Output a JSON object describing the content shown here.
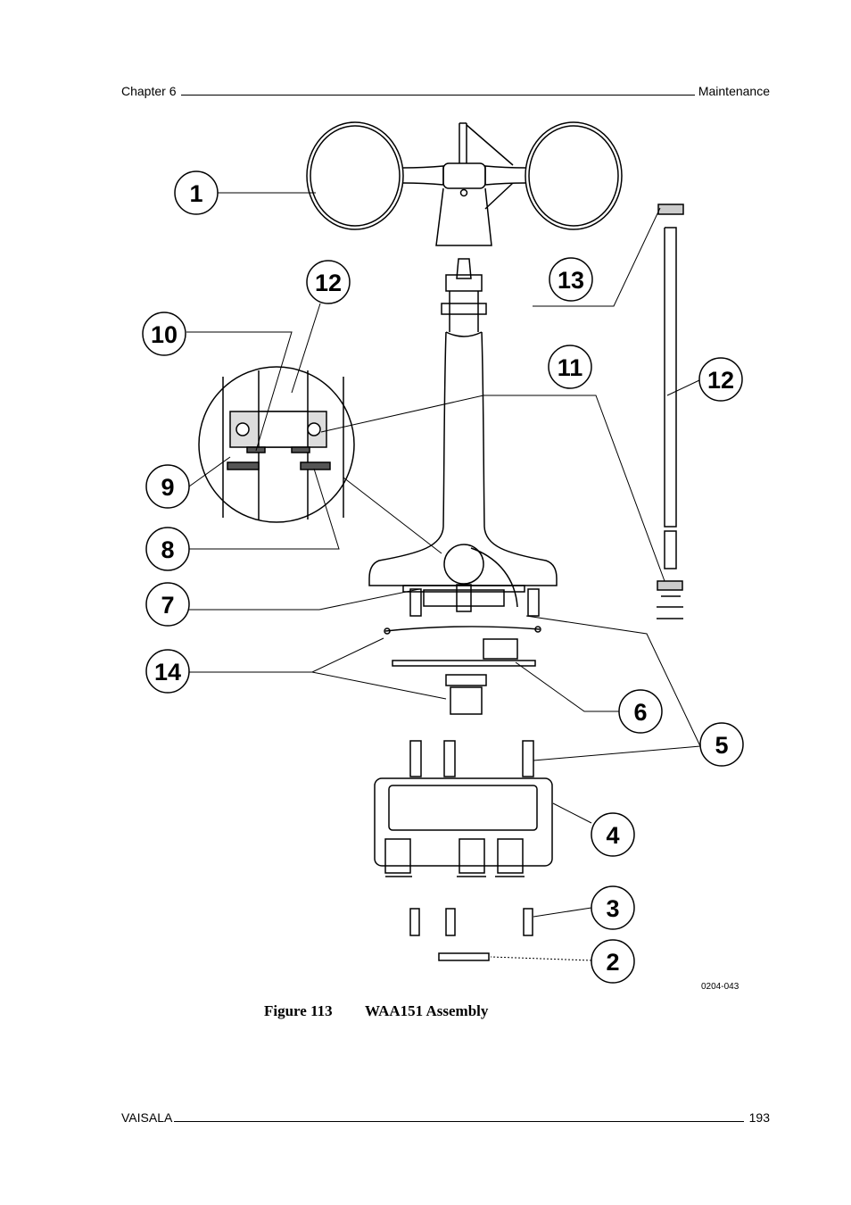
{
  "header": {
    "chapter": "Chapter 6",
    "section": "Maintenance"
  },
  "footer": {
    "company": "VAISALA",
    "page_number": "193"
  },
  "figure": {
    "caption_number": "Figure 113",
    "caption_title": "WAA151 Assembly",
    "code": "0204-043",
    "callouts": [
      "1",
      "12",
      "13",
      "10",
      "11",
      "12",
      "9",
      "8",
      "7",
      "14",
      "6",
      "5",
      "4",
      "3",
      "2"
    ]
  }
}
